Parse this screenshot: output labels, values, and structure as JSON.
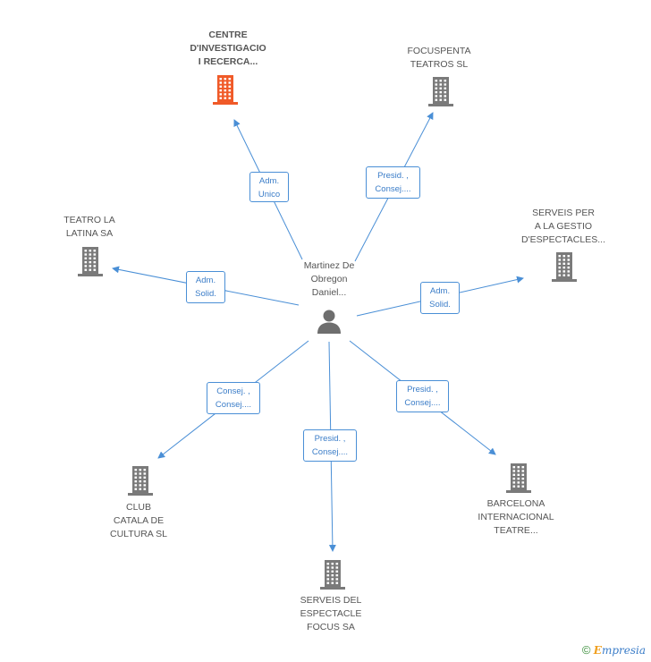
{
  "center": {
    "name": "Martinez De\nObregon\nDaniel..."
  },
  "companies": [
    {
      "id": "centre",
      "name": "CENTRE\nD'INVESTIGACIO\nI RECERCA...",
      "highlight": true
    },
    {
      "id": "focuspenta",
      "name": "FOCUSPENTA\nTEATROS SL",
      "highlight": false
    },
    {
      "id": "teatro-latina",
      "name": "TEATRO LA\nLATINA SA",
      "highlight": false
    },
    {
      "id": "serveis-gestio",
      "name": "SERVEIS PER\nA LA GESTIO\nD'ESPECTACLES...",
      "highlight": false
    },
    {
      "id": "club-catala",
      "name": "CLUB\nCATALA DE\nCULTURA SL",
      "highlight": false
    },
    {
      "id": "barcelona-internacional",
      "name": "BARCELONA\nINTERNACIONAL\nTEATRE...",
      "highlight": false
    },
    {
      "id": "serveis-espectacle",
      "name": "SERVEIS DEL\nESPECTACLE\nFOCUS SA",
      "highlight": false
    }
  ],
  "relations": [
    {
      "to": "centre",
      "label": "Adm.\nUnico"
    },
    {
      "to": "focuspenta",
      "label": "Presid. ,\nConsej...."
    },
    {
      "to": "teatro-latina",
      "label": "Adm.\nSolid."
    },
    {
      "to": "serveis-gestio",
      "label": "Adm.\nSolid."
    },
    {
      "to": "club-catala",
      "label": "Consej. ,\nConsej...."
    },
    {
      "to": "barcelona-internacional",
      "label": "Presid. ,\nConsej...."
    },
    {
      "to": "serveis-espectacle",
      "label": "Presid. ,\nConsej...."
    }
  ],
  "colors": {
    "edge": "#4a8fd6",
    "building": "#7a7a7a",
    "building_highlight": "#f05a28",
    "person": "#6e6e6e"
  },
  "footer": {
    "copyright": "©",
    "brand_first": "E",
    "brand_rest": "mpresia"
  }
}
